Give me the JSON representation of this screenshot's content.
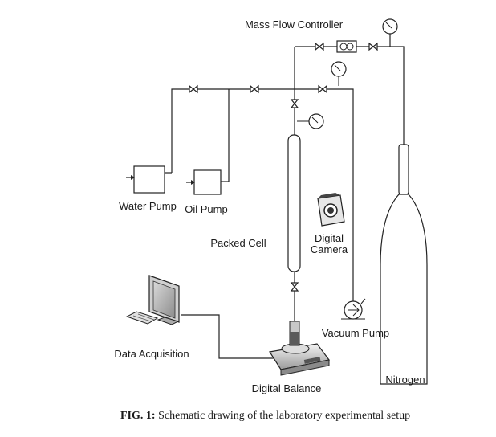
{
  "labels": {
    "mass_flow_controller": "Mass Flow Controller",
    "water_pump": "Water Pump",
    "oil_pump": "Oil Pump",
    "packed_cell": "Packed Cell",
    "digital_camera_line1": "Digital",
    "digital_camera_line2": "Camera",
    "vacuum_pump": "Vacuum Pump",
    "data_acquisition": "Data Acquisition",
    "digital_balance": "Digital Balance",
    "nitrogen": "Nitrogen"
  },
  "caption": {
    "prefix": "FIG.  1:",
    "text": " Schematic drawing of the laboratory experimental setup"
  }
}
